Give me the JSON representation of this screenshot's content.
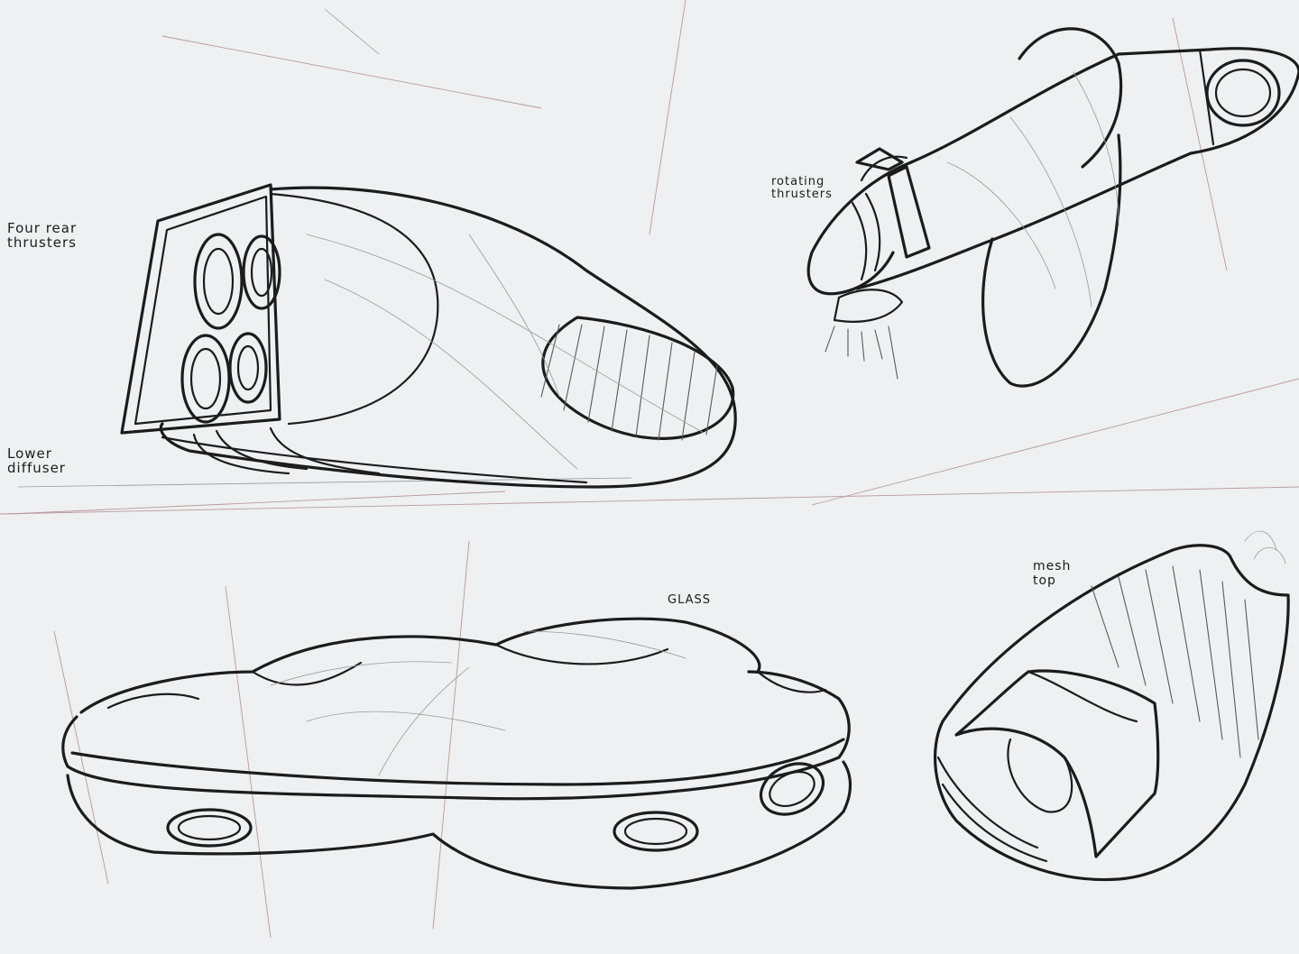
{
  "annotations": {
    "rear_thrusters": "Four rear\nthrusters",
    "lower_diffuser": "Lower\ndiffuser",
    "rotating_thrusters": "rotating\nthrusters",
    "glass": "GLASS",
    "mesh_top": "mesh\ntop"
  },
  "colors": {
    "paper": "#eef0f1",
    "ink": "#1c1c1c",
    "construction_lines": "#b89a9a"
  }
}
